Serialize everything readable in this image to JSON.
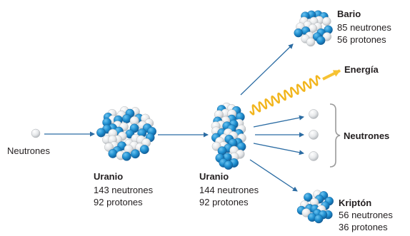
{
  "labels": {
    "neutron_in": "Neutrones",
    "uranium_a": {
      "name": "Uranio",
      "neutrons": "143 neutrones",
      "protons": "92 protones"
    },
    "uranium_b": {
      "name": "Uranio",
      "neutrons": "144 neutrones",
      "protons": "92 protones"
    },
    "barium": {
      "name": "Bario",
      "neutrons": "85 neutrones",
      "protons": "56 protones"
    },
    "krypton": {
      "name": "Kriptón",
      "neutrons": "56 neutrones",
      "protons": "36 protones"
    },
    "energy": "Energía",
    "neutrons_out": "Neutrones"
  },
  "colors": {
    "proton": "#1f8fd0",
    "neutron": "#e8eaec",
    "arrow": "#2b6ca3",
    "energy_wave": "#f2b51c",
    "energy_arrow": "#f6c233",
    "bracket": "#9a9a9a"
  }
}
